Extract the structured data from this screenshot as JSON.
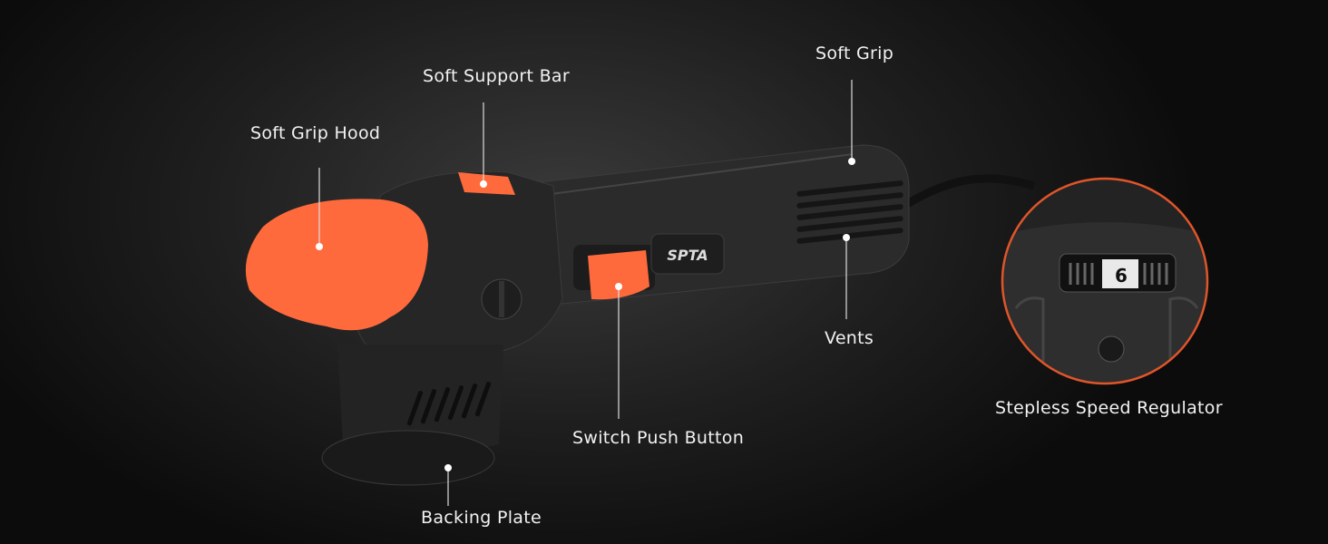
{
  "callouts": {
    "soft_grip_hood": "Soft Grip Hood",
    "soft_support_bar": "Soft Support Bar",
    "soft_grip": "Soft Grip",
    "vents": "Vents",
    "switch_push_button": "Switch Push Button",
    "backing_plate": "Backing Plate",
    "stepless_speed_regulator": "Stepless Speed Regulator"
  },
  "product": {
    "brand_logo": "SPTA",
    "speed_dial_value": "6"
  },
  "colors": {
    "accent": "#ff6a3d",
    "inset_border": "#e0552a",
    "body": "#2a2a2a"
  }
}
